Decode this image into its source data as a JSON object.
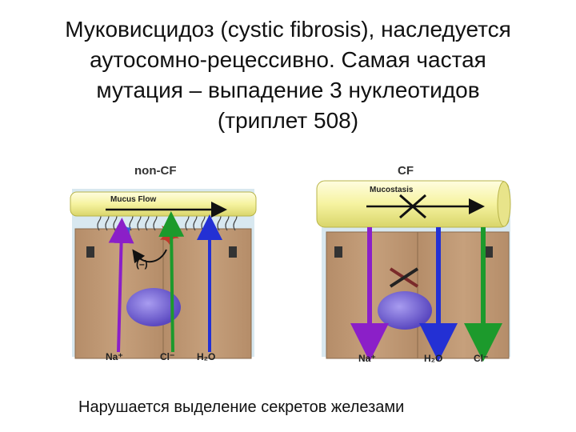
{
  "title_lines": [
    "Муковисцидоз (cystic fibrosis), наследуется",
    "аутосомно-рецессивно. Самая частая",
    "мутация – выпадение 3 нуклеотидов",
    "(триплет 508)"
  ],
  "caption": "Нарушается выделение секретов железами",
  "left_panel": {
    "heading": "non-CF",
    "banner": "Mucus Flow",
    "feedback": "(–)",
    "ions": {
      "na": "Na⁺",
      "cl": "Cl⁻",
      "h2o": "H₂O"
    }
  },
  "right_panel": {
    "heading": "CF",
    "banner": "Mucostasis",
    "ions": {
      "na": "Na⁺",
      "h2o": "H₂O",
      "cl": "Cl⁻"
    }
  },
  "colors": {
    "cell": "#c09a76",
    "cell_border": "#8a6a4c",
    "mucus": "#f6f3a0",
    "lumen": "#cfe3ef",
    "nucleus": "#7f6fd6",
    "na_arrow": "#8b1fc8",
    "cl_arrow": "#1c9a2c",
    "h2o_arrow": "#2330d4",
    "block_x": "#222222",
    "cftr": "#c0392b"
  }
}
